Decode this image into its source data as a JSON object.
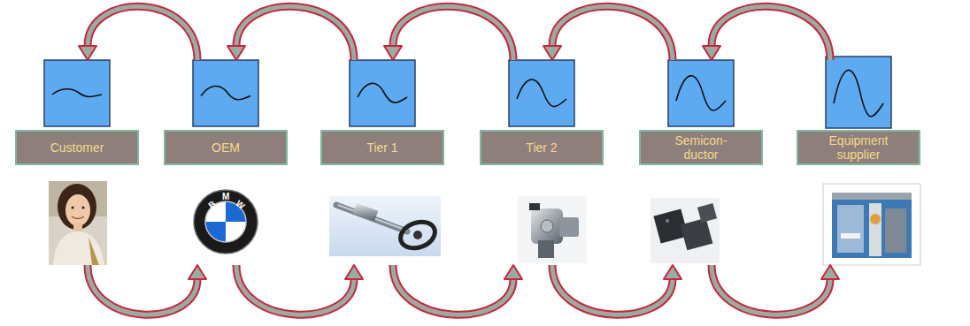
{
  "diagram": {
    "nodes": [
      {
        "text": [
          "Customer"
        ]
      },
      {
        "text": [
          "OEM"
        ]
      },
      {
        "text": [
          "Tier 1"
        ]
      },
      {
        "text": [
          "Tier 2"
        ]
      },
      {
        "text": [
          "Semicon- ductor"
        ]
      },
      {
        "text": [
          "Equipment supplier"
        ]
      }
    ],
    "edges": [
      {
        "from": 1,
        "to": 0,
        "arrow": "to"
      },
      {
        "from": 2,
        "to": 1,
        "arrow": "to"
      },
      {
        "from": 3,
        "to": 2,
        "arrow": "to"
      },
      {
        "from": 4,
        "to": 3,
        "arrow": "to"
      },
      {
        "from": 5,
        "to": 4,
        "arrow": "to"
      },
      {
        "from": 0,
        "to": 1,
        "arrow": "to"
      },
      {
        "from": 1,
        "to": 2,
        "arrow": "to"
      },
      {
        "from": 2,
        "to": 3,
        "arrow": "to"
      },
      {
        "from": 3,
        "to": 4,
        "arrow": "to"
      },
      {
        "from": 4,
        "to": 5,
        "arrow": "to"
      }
    ],
    "labels": [
      "B",
      "M",
      "W"
    ]
  }
}
